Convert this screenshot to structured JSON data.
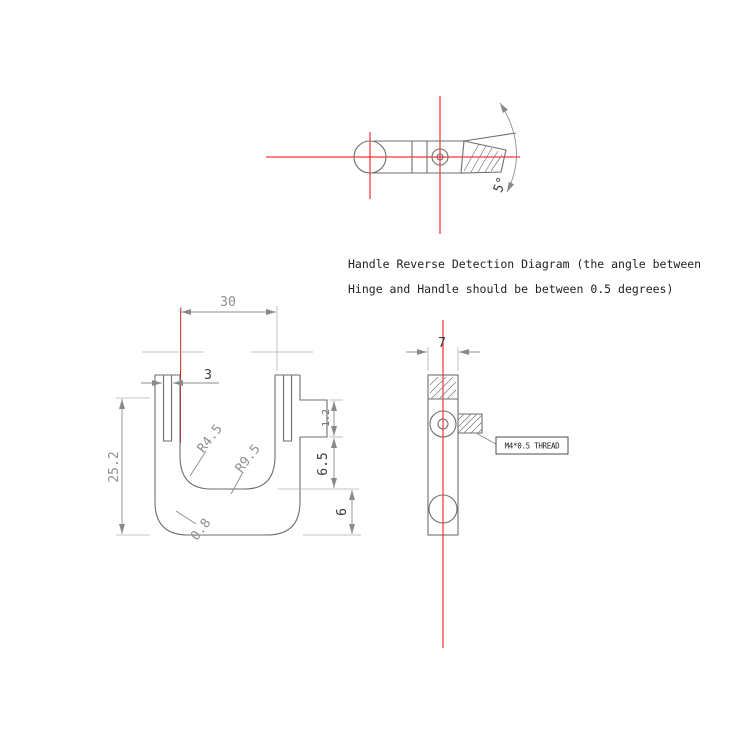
{
  "note": {
    "line1": "Handle Reverse Detection Diagram (the angle between",
    "line2": "Hinge and Handle should be between 0.5 degrees)"
  },
  "top_view": {
    "angle": "5°"
  },
  "front_view": {
    "width": "30",
    "slot": "3",
    "height": "25.2",
    "radius_inner": "R4.5",
    "radius_outer": "R9.5",
    "radius_bottom": "0.8",
    "tab_offset": "1.2",
    "depth": "6.5",
    "thickness": "6"
  },
  "side_view": {
    "width": "7",
    "thread": "M4*0.5 THREAD"
  },
  "colors": {
    "centerline": "#ff0000",
    "outline": "#6e6e6e",
    "dimension": "#8d8d8d",
    "text": "#222222"
  }
}
